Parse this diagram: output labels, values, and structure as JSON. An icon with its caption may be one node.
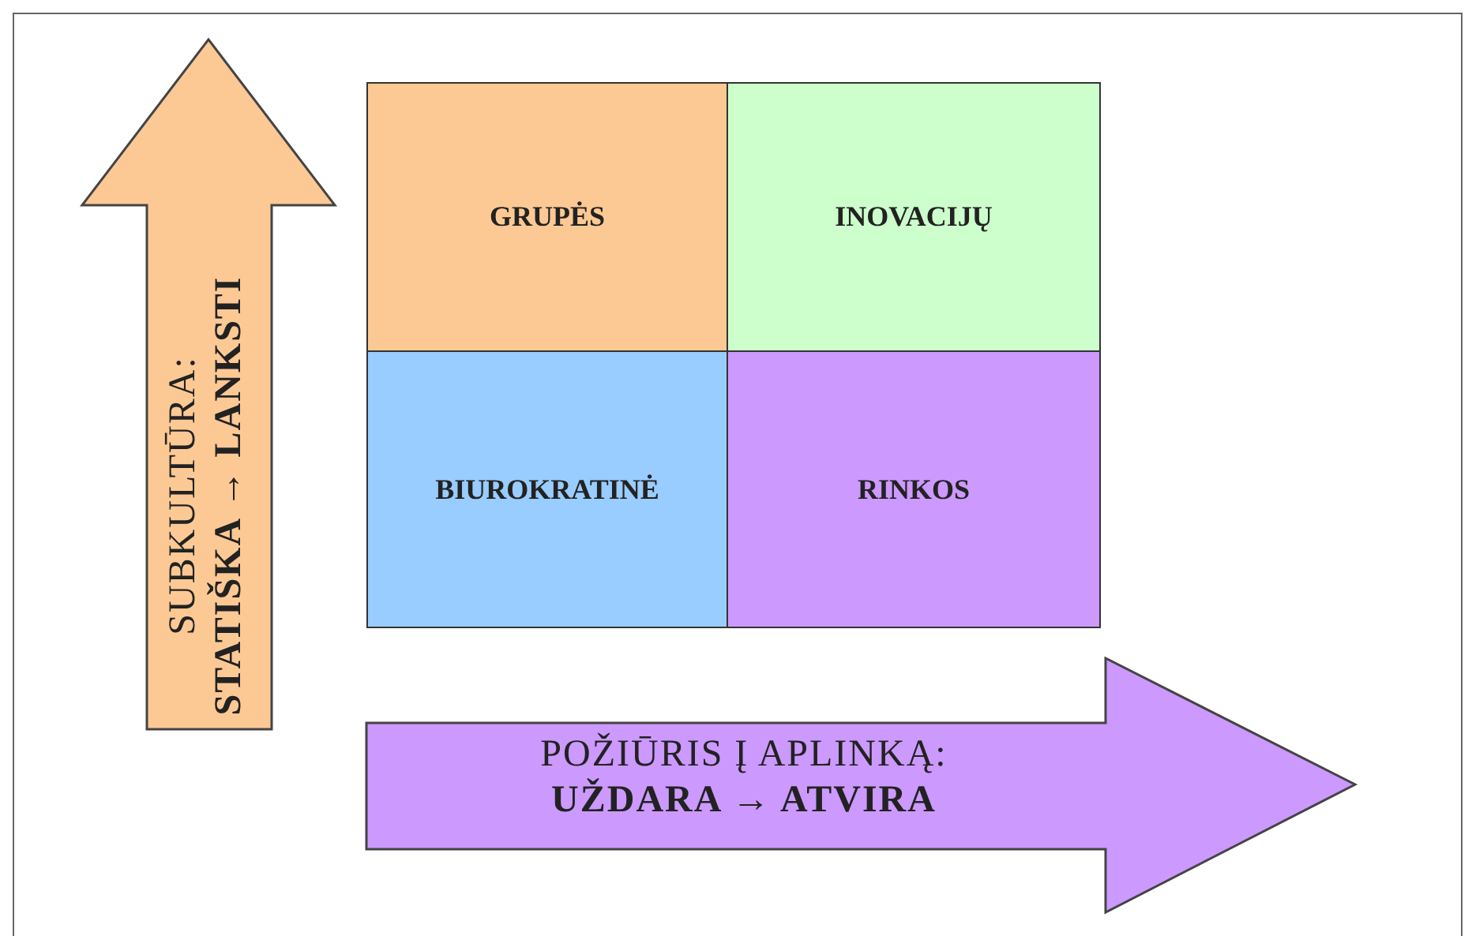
{
  "diagram": {
    "nodes": [
      {
        "text": [
          "GRUPĖS"
        ]
      },
      {
        "text": [
          "INOVACIJŲ"
        ]
      },
      {
        "text": [
          "BIUROKRATINĖ"
        ]
      },
      {
        "text": [
          "RINKOS"
        ]
      },
      {
        "text": [
          "SUBKULTŪRA:",
          "STATIŠKA → LANKSTI"
        ]
      },
      {
        "text": [
          "POŽIŪRIS Į APLINKĄ:",
          "UŽDARA → ATVIRA"
        ]
      }
    ],
    "edges": []
  }
}
